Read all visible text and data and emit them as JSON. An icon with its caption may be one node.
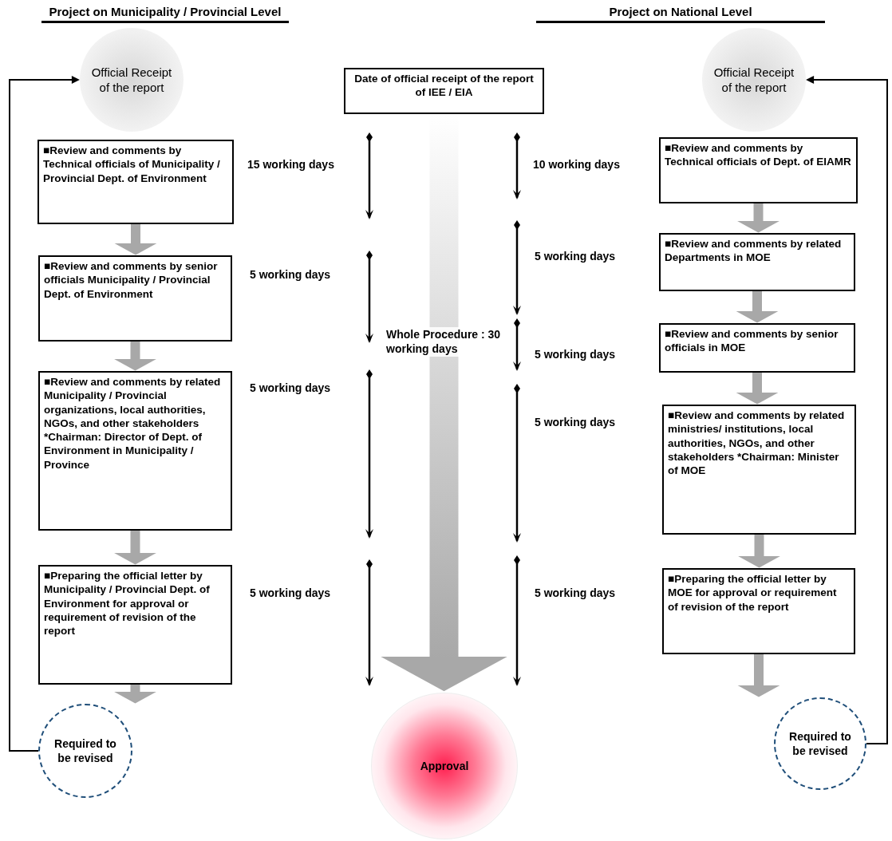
{
  "diagram": {
    "nodes": [
      {
        "text": [
          "Official Receipt of the report"
        ]
      },
      {
        "text": [
          "■Review and comments by Technical officials of Municipality / Provincial Dept. of Environment"
        ]
      },
      {
        "text": [
          "■Review and comments by senior officials Municipality / Provincial Dept. of Environment"
        ]
      },
      {
        "text": [
          "■Review and comments by related Municipality / Provincial organizations, local authorities, NGOs, and other stakeholders *Chairman: Director of Dept. of Environment in Municipality / Province"
        ]
      },
      {
        "text": [
          "■Preparing the official letter by Municipality / Provincial Dept. of Environment for approval or requirement of revision of the report"
        ]
      },
      {
        "text": [
          "Required to be revised"
        ]
      },
      {
        "text": [
          "Date of official receipt of the report of IEE / EIA"
        ]
      },
      {
        "text": [
          "Approval"
        ]
      },
      {
        "text": [
          "Official Receipt of the report"
        ]
      },
      {
        "text": [
          "■Review and comments by Technical officials of Dept. of EIAMR"
        ]
      },
      {
        "text": [
          "■Review and comments by related Departments in MOE"
        ]
      },
      {
        "text": [
          "■Review and comments by senior officials in MOE"
        ]
      },
      {
        "text": [
          "■Review and comments by related ministries/ institutions, local authorities, NGOs, and other stakeholders *Chairman: Minister of MOE"
        ]
      },
      {
        "text": [
          "■Preparing the official letter by MOE for approval or requirement of revision of the report"
        ]
      },
      {
        "text": [
          "Required to be revised"
        ]
      }
    ],
    "edges": [
      {
        "from": 1,
        "to": 2,
        "arrow": "to"
      },
      {
        "from": 2,
        "to": 3,
        "arrow": "to"
      },
      {
        "from": 3,
        "to": 4,
        "arrow": "to"
      },
      {
        "from": 4,
        "to": 5,
        "arrow": "to"
      },
      {
        "from": 5,
        "to": 0,
        "arrow": "to",
        "color": "#000000"
      },
      {
        "from": 6,
        "to": 7,
        "arrow": "to",
        "style": "thick",
        "label": "Whole Procedure : 30 working days"
      },
      {
        "from": 9,
        "to": 10,
        "arrow": "to"
      },
      {
        "from": 10,
        "to": 11,
        "arrow": "to"
      },
      {
        "from": 11,
        "to": 12,
        "arrow": "to"
      },
      {
        "from": 12,
        "to": 13,
        "arrow": "to"
      },
      {
        "from": 13,
        "to": 14,
        "arrow": "to"
      },
      {
        "from": 14,
        "to": 8,
        "arrow": "to",
        "color": "#000000"
      }
    ],
    "labels": [
      "Project on Municipality / Provincial Level",
      "Project on National Level",
      "15 working days",
      "10 working days",
      "5 working days",
      "5 working days",
      "5 working days",
      "5 working days",
      "5 working days",
      "5 working days",
      "5 working days"
    ]
  }
}
